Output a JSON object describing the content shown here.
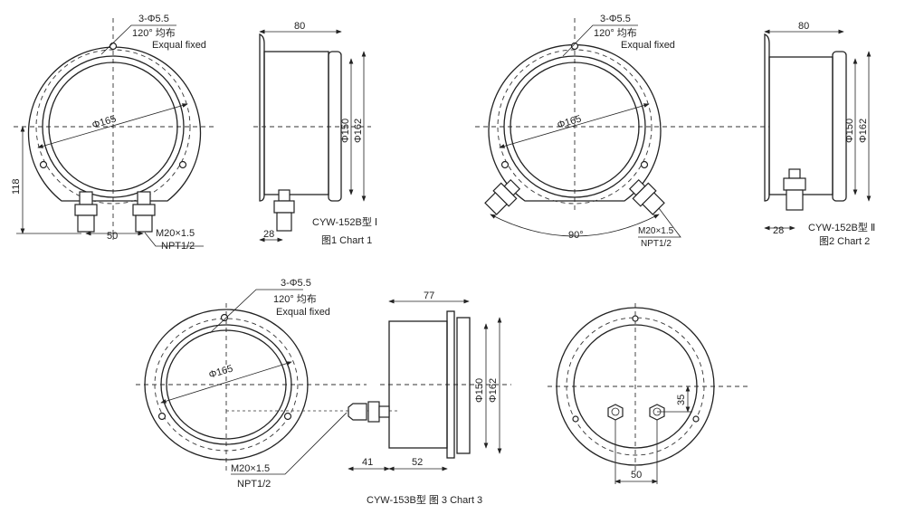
{
  "hole_spec": "3-Φ5.5",
  "hole_distribution": "120°  均布",
  "hole_note": "Exqual fixed",
  "bezel_diameter": "Φ165",
  "thread_metric": "M20×1.5",
  "thread_npt": "NPT1/2",
  "chart1": {
    "model": "CYW-152B型 Ⅰ",
    "caption": "图1 Chart 1",
    "depth": "80",
    "d150": "Φ150",
    "d162": "Φ162",
    "fitting_offset": "28",
    "height": "118",
    "fitting_spacing": "50"
  },
  "chart2": {
    "model": "CYW-152B型 Ⅱ",
    "caption": "图2 Chart 2",
    "depth": "80",
    "d150": "Φ150",
    "d162": "Φ162",
    "fitting_offset": "28",
    "angle": "90°"
  },
  "chart3": {
    "caption": "CYW-153B型   图 3 Chart 3",
    "depth": "77",
    "d150": "Φ150",
    "d162": "Φ162",
    "fitting_length": "41",
    "body_length": "52",
    "rear_offset": "35",
    "rear_spacing": "50"
  }
}
